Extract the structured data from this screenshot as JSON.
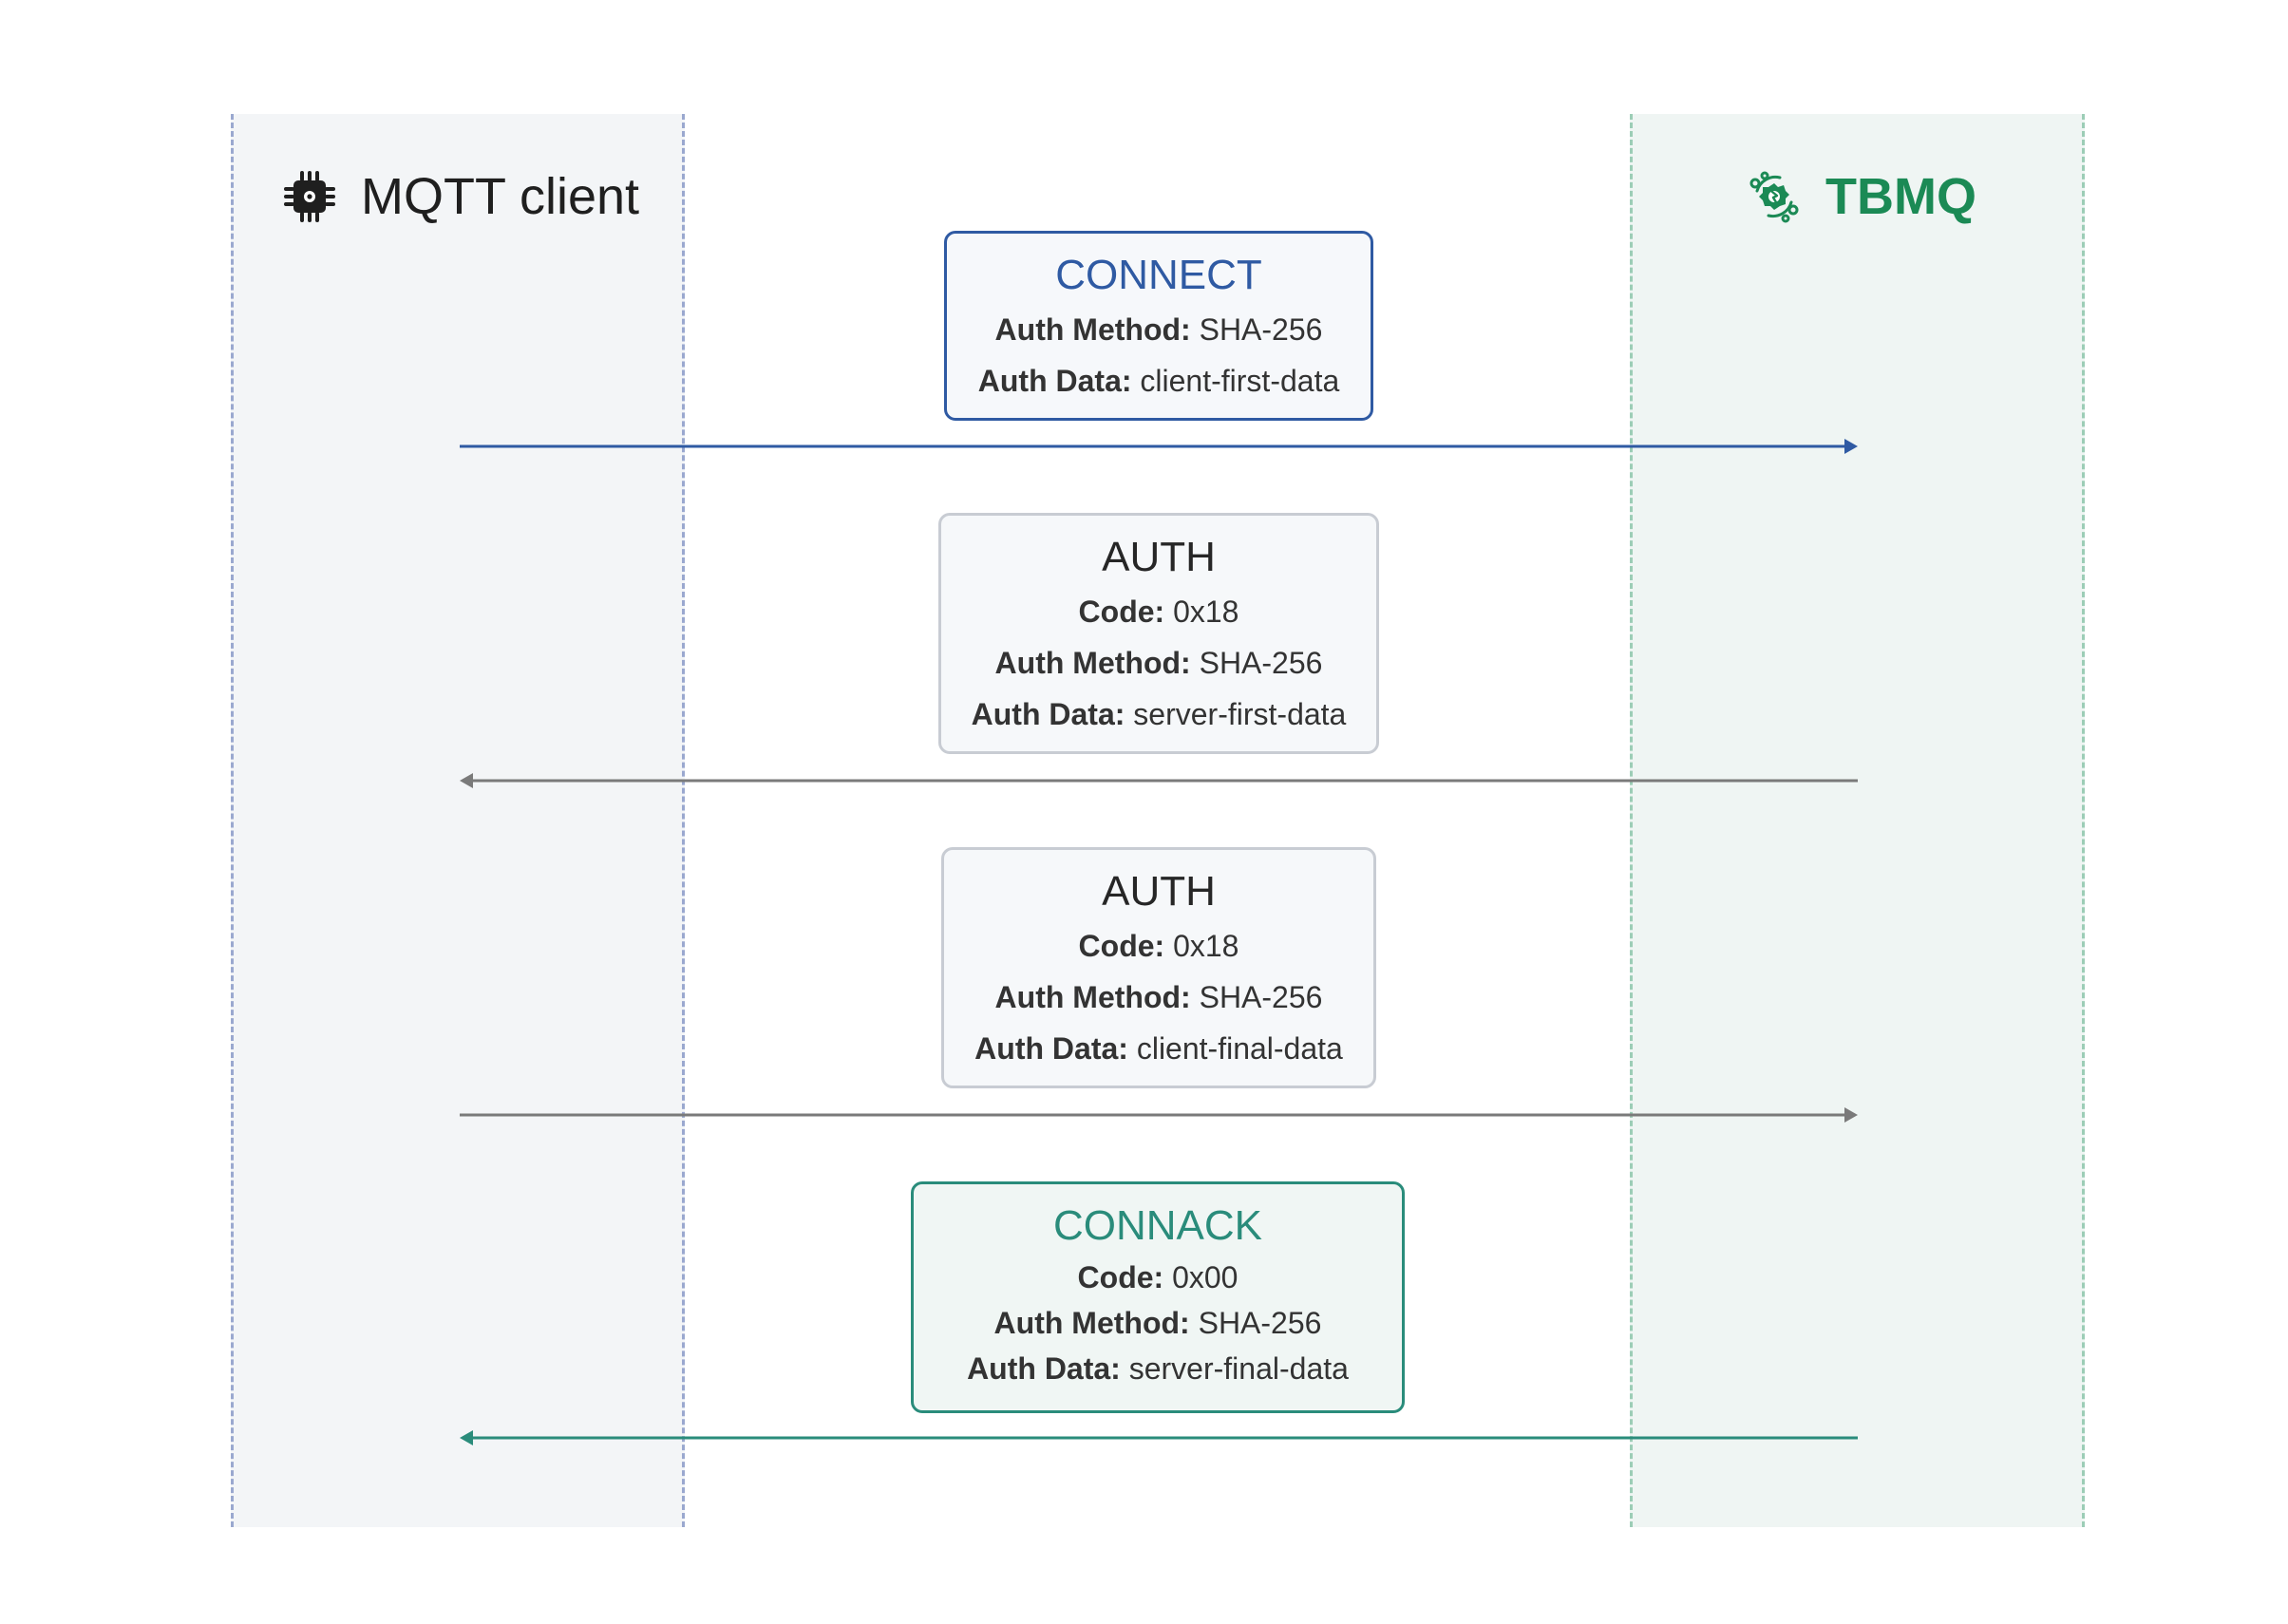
{
  "participants": {
    "client": {
      "label": "MQTT client",
      "icon": "chip-icon",
      "color": "#1f1f1f"
    },
    "broker": {
      "label": "TBMQ",
      "icon": "tbmq-logo-icon",
      "color": "#1b8a55"
    }
  },
  "messages": [
    {
      "title": "CONNECT",
      "direction": "client-to-broker",
      "color": "#2f5aa3",
      "fields": [
        {
          "key": "Auth Method:",
          "value": "SHA-256"
        },
        {
          "key": "Auth Data:",
          "value": "client-first-data"
        }
      ]
    },
    {
      "title": "AUTH",
      "direction": "broker-to-client",
      "color": "#7a7a7a",
      "fields": [
        {
          "key": "Code:",
          "value": "0x18"
        },
        {
          "key": "Auth Method:",
          "value": "SHA-256"
        },
        {
          "key": "Auth Data:",
          "value": "server-first-data"
        }
      ]
    },
    {
      "title": "AUTH",
      "direction": "client-to-broker",
      "color": "#7a7a7a",
      "fields": [
        {
          "key": "Code:",
          "value": "0x18"
        },
        {
          "key": "Auth Method:",
          "value": "SHA-256"
        },
        {
          "key": "Auth Data:",
          "value": "client-final-data"
        }
      ]
    },
    {
      "title": "CONNACK",
      "direction": "broker-to-client",
      "color": "#2a8c7b",
      "fields": [
        {
          "key": "Code:",
          "value": "0x00"
        },
        {
          "key": "Auth Method:",
          "value": "SHA-256"
        },
        {
          "key": "Auth Data:",
          "value": "server-final-data"
        }
      ]
    }
  ]
}
